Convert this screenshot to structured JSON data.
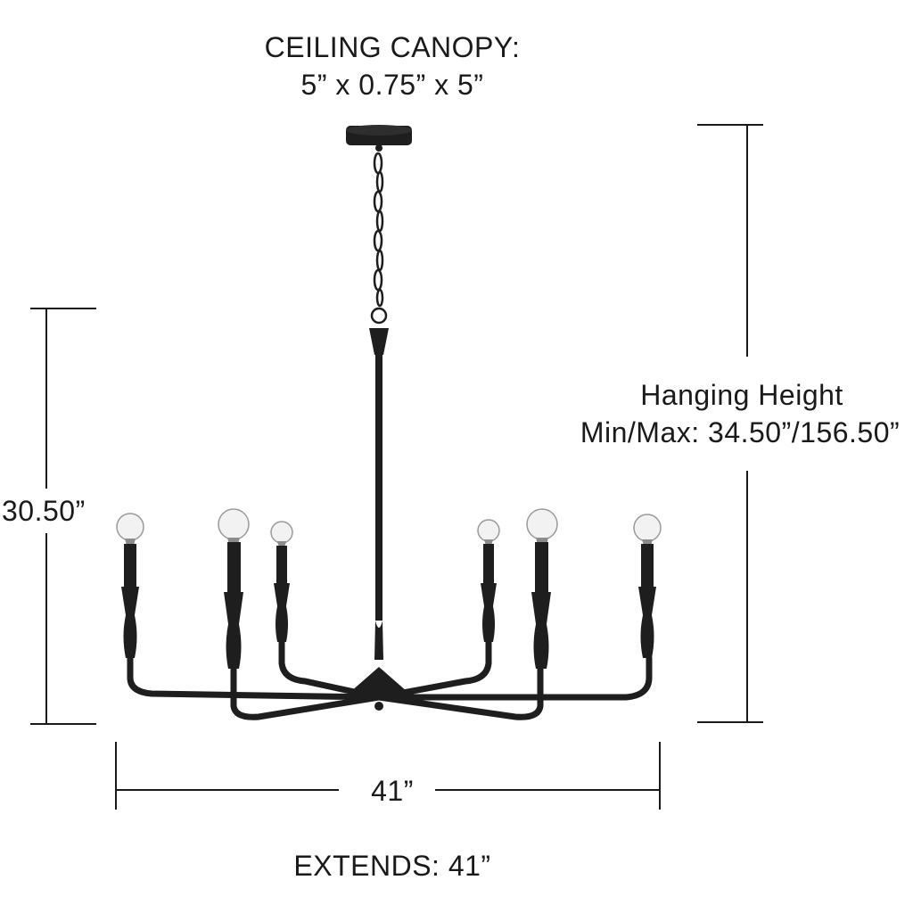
{
  "canopy": {
    "title": "CEILING CANOPY:",
    "dimensions": "5” x 0.75” x 5”"
  },
  "hanging_height": {
    "title": "Hanging Height",
    "range": "Min/Max: 34.50”/156.50”"
  },
  "fixture": {
    "height": "30.50”",
    "width": "41”",
    "extends": "EXTENDS: 41”",
    "lights": 6
  },
  "colors": {
    "fixture_finish": "#1e1e1e",
    "dimension_lines": "#1a1a1a",
    "bulb_glass": "#f2f2f2"
  }
}
